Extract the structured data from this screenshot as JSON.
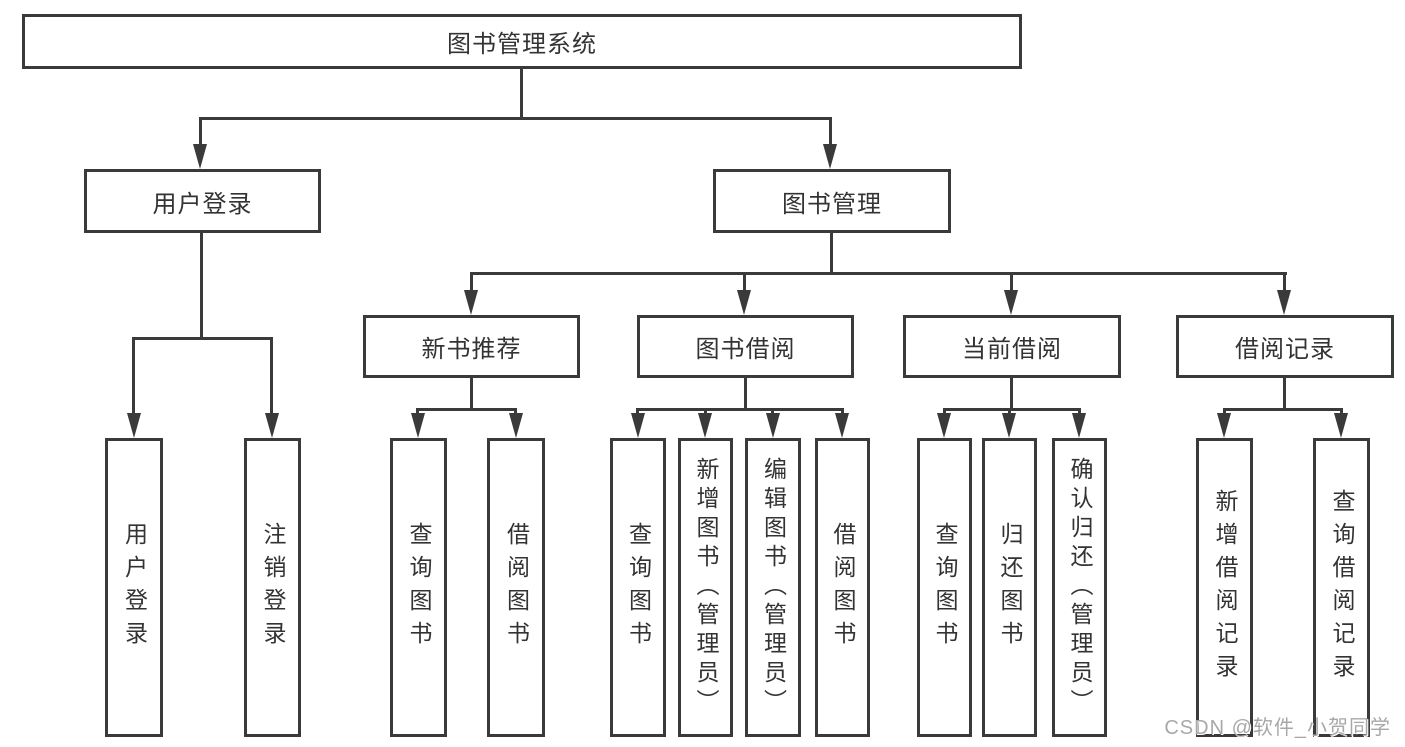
{
  "tree": {
    "label": "图书管理系统",
    "children": [
      {
        "label": "用户登录",
        "children": [
          {
            "label": "用户登录"
          },
          {
            "label": "注销登录"
          }
        ]
      },
      {
        "label": "图书管理",
        "children": [
          {
            "label": "新书推荐",
            "children": [
              {
                "label": "查询图书"
              },
              {
                "label": "借阅图书"
              }
            ]
          },
          {
            "label": "图书借阅",
            "children": [
              {
                "label": "查询图书"
              },
              {
                "label": "新增图书（管理员）"
              },
              {
                "label": "编辑图书（管理员）"
              },
              {
                "label": "借阅图书"
              }
            ]
          },
          {
            "label": "当前借阅",
            "children": [
              {
                "label": "查询图书"
              },
              {
                "label": "归还图书"
              },
              {
                "label": "确认归还（管理员）"
              }
            ]
          },
          {
            "label": "借阅记录",
            "children": [
              {
                "label": "新增借阅记录"
              },
              {
                "label": "查询借阅记录"
              }
            ]
          }
        ]
      }
    ]
  },
  "watermark": {
    "text": "CSDN @软件_小贺同学"
  },
  "colors": {
    "line": "#3a3a3a",
    "text": "#333333",
    "background": "#ffffff",
    "watermark": "#a8a8a8"
  }
}
